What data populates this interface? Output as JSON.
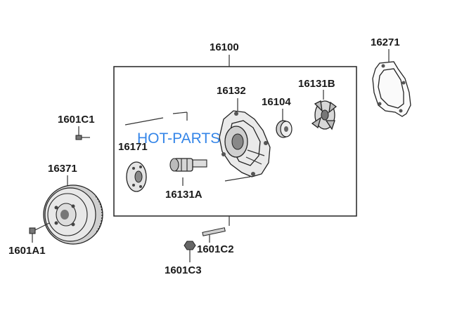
{
  "diagram": {
    "labels": {
      "assembly": "16100",
      "gasket": "16271",
      "housing": "16132",
      "seal": "16104",
      "impeller": "16131B",
      "bolt_a": "1601C1",
      "hub": "16171",
      "pulley": "16371",
      "shaft_bearing": "16131A",
      "bolt_b": "1601A1",
      "stud": "1601C2",
      "nut": "1601C3"
    },
    "watermark": "HOT-PARTS",
    "colors": {
      "line": "#333333",
      "label": "#1a1a1a",
      "watermark": "#1e78e6",
      "part_fill": "#e2e2e2",
      "part_dark": "#555555"
    }
  }
}
